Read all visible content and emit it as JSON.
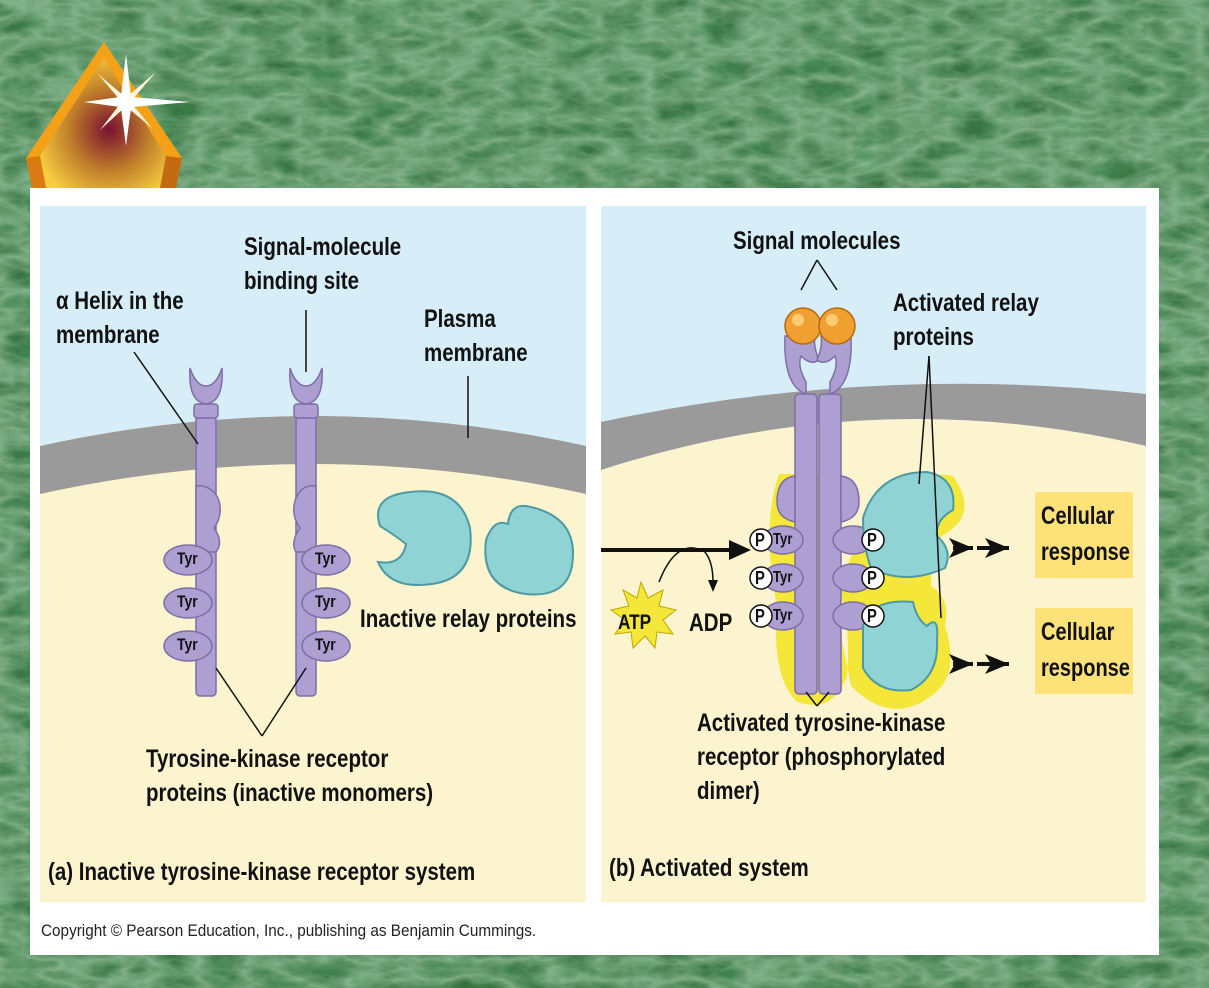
{
  "colors": {
    "background": "#1f4d27",
    "extracellular": "#d7eef8",
    "membrane": "#9a9a9a",
    "cytoplasm": "#fbf4cf",
    "receptor": "#ad9fd2",
    "relay_protein": "#8fd3d4",
    "highlight": "#f5e63a",
    "response_box": "#fde27a",
    "signal_molecule": "#f0a030"
  },
  "panel_a": {
    "labels": {
      "helix": "α Helix in the\nmembrane",
      "binding_site": "Signal-molecule\nbinding site",
      "plasma_membrane": "Plasma\nmembrane",
      "inactive_relay": "Inactive relay proteins",
      "receptor_proteins": "Tyrosine-kinase receptor\nproteins (inactive monomers)"
    },
    "tyr_label": "Tyr",
    "caption": "(a) Inactive tyrosine-kinase receptor system"
  },
  "panel_b": {
    "labels": {
      "signal_molecules": "Signal molecules",
      "activated_relay": "Activated relay\nproteins",
      "atp": "ATP",
      "adp": "ADP",
      "activated_receptor": "Activated tyrosine-kinase\nreceptor (phosphorylated\ndimer)"
    },
    "tyr_label": "Tyr",
    "p_label": "P",
    "responses": [
      "Cellular\nresponse",
      "Cellular\nresponse"
    ],
    "caption": "(b) Activated system"
  },
  "copyright": "Copyright © Pearson Education, Inc., publishing as Benjamin Cummings."
}
